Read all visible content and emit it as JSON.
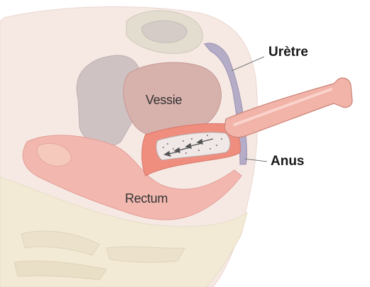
{
  "labels": {
    "vessie": "Vessie",
    "rectum": "Rectum",
    "uretre": "Urètre",
    "anus": "Anus"
  },
  "colors": {
    "body_tissue": "#f6e9e4",
    "bone_region": "#f3ead6",
    "pelvic_bone": "#e3ddd0",
    "uterus_gray": "#cfc2c3",
    "bladder": "#d7b1ac",
    "rectum_tissue": "#f2b8b0",
    "vaginal_wall": "#ef8e7f",
    "speculum": "#f2b3a8",
    "speculum_edge": "#c98376",
    "urethra_channel": "#b5acc8",
    "stones": "#555555",
    "leader_line": "#7a7a7a"
  }
}
